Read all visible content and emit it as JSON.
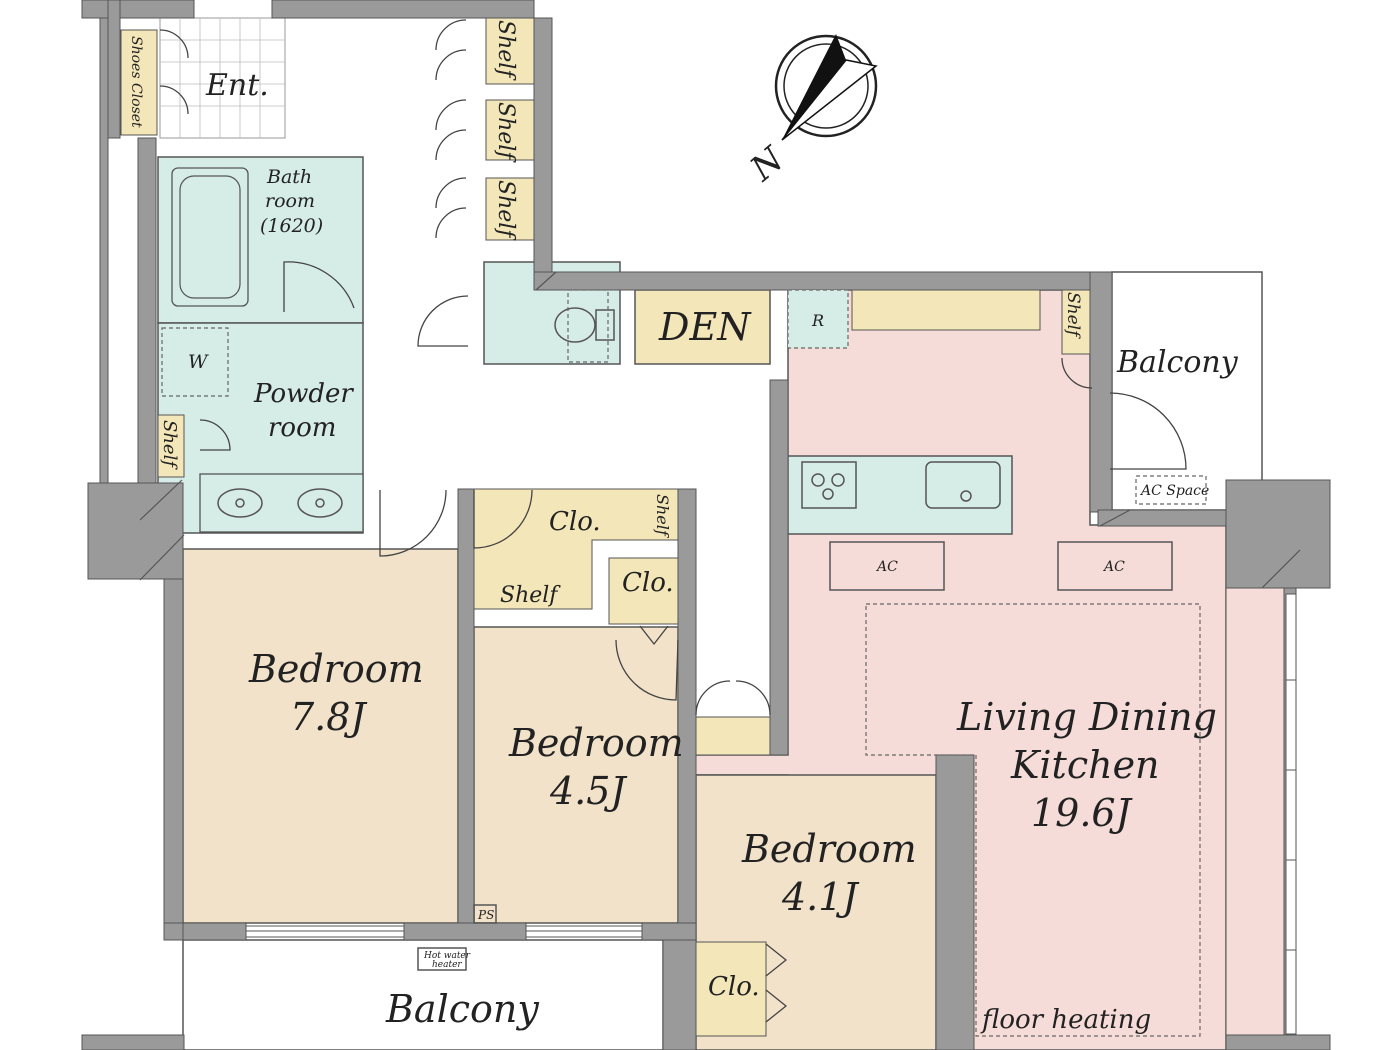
{
  "rooms": {
    "entrance": "Ent.",
    "shoes_closet": "Shoes Closet",
    "bathroom_line1": "Bath",
    "bathroom_line2": "room",
    "bathroom_line3": "(1620)",
    "washer": "W",
    "powder_line1": "Powder",
    "powder_line2": "room",
    "den": "DEN",
    "refrigerator": "R",
    "balcony_east": "Balcony",
    "ac_space": "AC Space",
    "ac_left": "AC",
    "ac_right": "AC",
    "closet_upper": "Clo.",
    "closet_small": "Clo.",
    "closet_bottom": "Clo.",
    "shelf_label": "Shelf",
    "bedroom1_name": "Bedroom",
    "bedroom1_size": "7.8J",
    "bedroom2_name": "Bedroom",
    "bedroom2_size": "4.5J",
    "bedroom3_name": "Bedroom",
    "bedroom3_size": "4.1J",
    "ldk_line1": "Living Dining",
    "ldk_line2": "Kitchen",
    "ldk_size": "19.6J",
    "floor_heating": "floor heating",
    "pipe_space": "PS",
    "hot_water_line1": "Hot water",
    "hot_water_line2": "heater",
    "balcony_south": "Balcony"
  },
  "compass": {
    "label": "N"
  },
  "colors": {
    "wet_area": "#d6ece7",
    "bedroom": "#f2e2ca",
    "storage": "#f3e6b8",
    "ldk": "#f6dcd8",
    "wall": "#9a9a9a"
  }
}
